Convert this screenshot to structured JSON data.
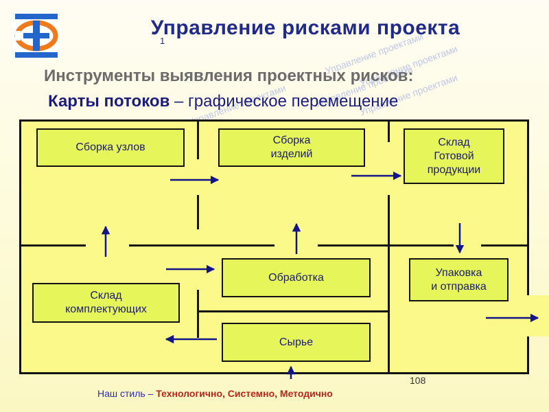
{
  "header": {
    "title": "Управление рисками проекта",
    "title_mark": "1",
    "watermark_text": "Управление проектами"
  },
  "subtitle": {
    "line1": "Инструменты выявления проектных рисков:",
    "line2_bold": "Карты потоков",
    "line2_rest": " – графическое перемещение"
  },
  "diagram": {
    "nodes": [
      {
        "id": "assembly-units",
        "label": "Сборка узлов"
      },
      {
        "id": "assembly-products",
        "label": "Сборка\nизделий"
      },
      {
        "id": "finished-goods",
        "label": "Склад\nГотовой\nпродукции"
      },
      {
        "id": "processing",
        "label": "Обработка"
      },
      {
        "id": "packing",
        "label": "Упаковка\nи отправка"
      },
      {
        "id": "components-warehouse",
        "label": "Склад\nкомплектующих"
      },
      {
        "id": "raw-materials",
        "label": "Сырье"
      }
    ],
    "colors": {
      "box_fill": "#e6f55a",
      "map_fill": "#fbf98a",
      "arrow": "#14148a",
      "wall": "#111111"
    }
  },
  "footer": {
    "prefix": "Наш стиль – ",
    "highlight": "Технологично, Системно, Методично",
    "page_number": "108"
  },
  "icons": {
    "logo": "company-logo-icon"
  }
}
